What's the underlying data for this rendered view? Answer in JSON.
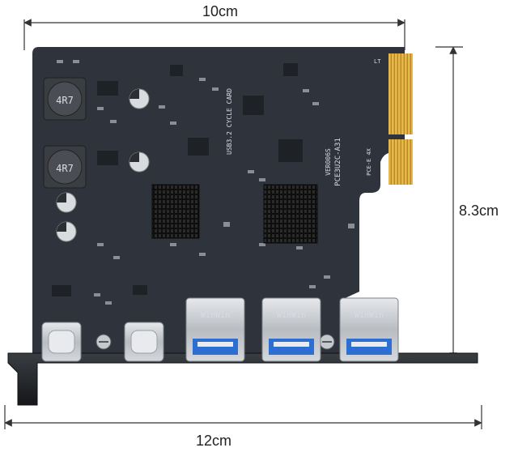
{
  "dimensions": {
    "width_label": "10cm",
    "height_label": "8.3cm",
    "bracket_width_label": "12cm"
  },
  "board_markings": {
    "model": "PCE3U2C-A31",
    "version": "VER006S",
    "card_name": "USB3.2 CYCLE CARD",
    "interface": "PCE-E 4X",
    "inductor_value": "4R7",
    "edge_mark": "LT",
    "port_label": "WinWin"
  },
  "colors": {
    "pcb": "#2f343c",
    "gold": "#d9a93a",
    "usb_blue": "#2c6fd1",
    "metal": "#c9cdd2",
    "heatsink": "#141414",
    "dimension_line": "#333333"
  }
}
